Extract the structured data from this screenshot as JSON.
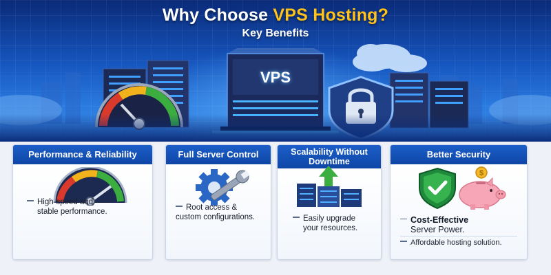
{
  "hero": {
    "title_lead": "Why Choose ",
    "title_highlight": "VPS Hosting?",
    "subtitle": "Key Benefits",
    "server_label": "VPS",
    "colors": {
      "title": "#ffffff",
      "highlight": "#ffc21a",
      "background": "#1656bf"
    }
  },
  "cards": [
    {
      "title": "Performance & Reliability",
      "icon": "speedometer-icon",
      "description_line1": "High-speed and",
      "description_line2": "stable performance."
    },
    {
      "title": "Full Server Control",
      "icon": "gear-wrench-icon",
      "description_line1": "Root access &",
      "description_line2": "custom configurations."
    },
    {
      "title_line1": "Scalability Without",
      "title_line2": "Downtime",
      "icon": "server-scale-up-icon",
      "description_line1": "Easily upgrade",
      "description_line2": "your resources."
    },
    {
      "title": "Better Security",
      "icon": "shield-piggy-bank-icon",
      "extra_title_line1": "Cost-Effective",
      "extra_title_line2": "Server Power.",
      "description": "Affordable hosting solution."
    }
  ],
  "accent_colors": {
    "card_header": "#1b5ec9",
    "gauge_red": "#d93a2b",
    "gauge_yellow": "#f2b21b",
    "gauge_green": "#3cae3f"
  }
}
